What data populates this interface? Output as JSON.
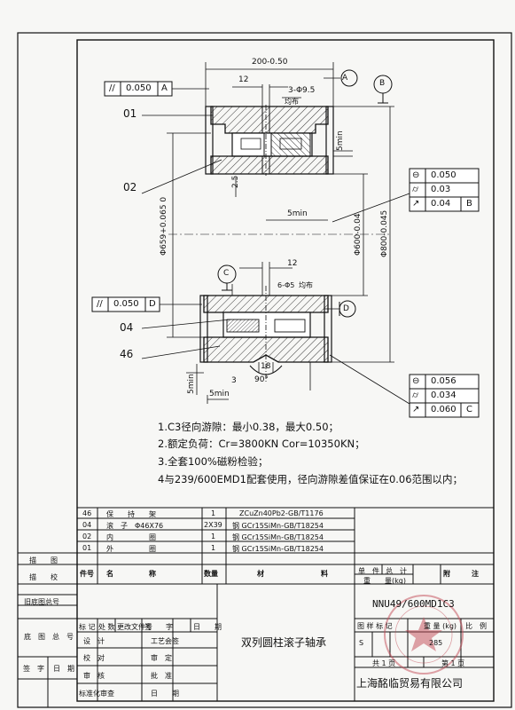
{
  "dimensions": {
    "overall_width": "200-0.50",
    "d_12_top": "12",
    "holes_top": "3-Φ9.5",
    "holes_top_note": "均布",
    "d_2_5": "2.5",
    "d_5min_right": "5min",
    "d_5min_mid": "5min",
    "d_5min_left": "5min",
    "d_5min_bottom": "5min",
    "bore_dia": "Φ659+0.065 0",
    "dia_600": "Φ600-0.04",
    "dia_800": "Φ800-0.045",
    "d_12_bottom": "12",
    "holes_bottom": "6-Φ5",
    "holes_bottom_note": "均布",
    "d_18": "18",
    "d_3": "3",
    "angle_90": "90°"
  },
  "datums": {
    "a": "A",
    "b": "B",
    "c": "C",
    "d": "D"
  },
  "parts": {
    "p01": "01",
    "p02": "02",
    "p04": "04",
    "p46": "46"
  },
  "tolerances": {
    "parallel_top": {
      "value": "0.050",
      "ref": "A"
    },
    "parallel_bottom": {
      "value": "0.050",
      "ref": "D"
    },
    "right_top": [
      {
        "symbol": "⊖",
        "value": "0.050",
        "ref": ""
      },
      {
        "symbol": "⌭",
        "value": "0.03",
        "ref": ""
      },
      {
        "symbol": "↗",
        "value": "0.04",
        "ref": "B"
      }
    ],
    "right_bottom": [
      {
        "symbol": "⊖",
        "value": "0.056",
        "ref": ""
      },
      {
        "symbol": "⌭",
        "value": "0.034",
        "ref": ""
      },
      {
        "symbol": "↗",
        "value": "0.060",
        "ref": "C"
      }
    ]
  },
  "notes": [
    "1.C3径向游隙：最小0.38，最大0.50；",
    "2.额定负荷：Cr=3800KN Cor=10350KN；",
    "3.全套100%磁粉检验；",
    "4与239/600EMD1配套使用，径向游隙差值保证在0.06范围以内；"
  ],
  "bom": [
    {
      "no": "46",
      "name": "保　　持　　架",
      "qty": "1",
      "material": "ZCuZn40Pb2-GB/T1176"
    },
    {
      "no": "04",
      "name": "滚　子　Φ46X76",
      "qty": "2X39",
      "material": "钢 GCr15SiMn-GB/T18254"
    },
    {
      "no": "02",
      "name": "内　　　　　圈",
      "qty": "1",
      "material": "钢 GCr15SiMn-GB/T18254"
    },
    {
      "no": "01",
      "name": "外　　　　　圈",
      "qty": "1",
      "material": "钢 GCr15SiMn-GB/T18254"
    }
  ],
  "bom_header": {
    "no": "件号",
    "name": "名　　　　　称",
    "qty": "数量",
    "material": "材　　　　　　　　料",
    "unit": "单　件",
    "total": "总　计",
    "weight": "重　　量(kg)",
    "remark": "附　　　注"
  },
  "title_block": {
    "drawing_no": "NNU49/600MD1C3",
    "title": "双列圆柱滚子轴承",
    "tracing": "描　　图",
    "checking": "描　　校",
    "old_no": "旧底图总号",
    "base_no": "底　图　总　号",
    "sign": "签　字",
    "date": "日　期",
    "mark": "标 记",
    "count": "处 数",
    "change_doc": "更改文件号",
    "signature": "签　　字",
    "day": "日　　期",
    "design": "设　计",
    "proc": "工艺会签",
    "check": "校　对",
    "review": "审　定",
    "audit": "审　核",
    "approve": "批　准",
    "std": "标准化审查",
    "date2": "日　　期",
    "stage_label": "图 样 标 记",
    "weight_label": "重 量 (kg)",
    "scale_label": "比　例",
    "stage": "S",
    "weight": "285",
    "sheet_total": "共 1 页",
    "sheet_no": "第 1 页",
    "company": "上海酩临贸易有限公司"
  }
}
